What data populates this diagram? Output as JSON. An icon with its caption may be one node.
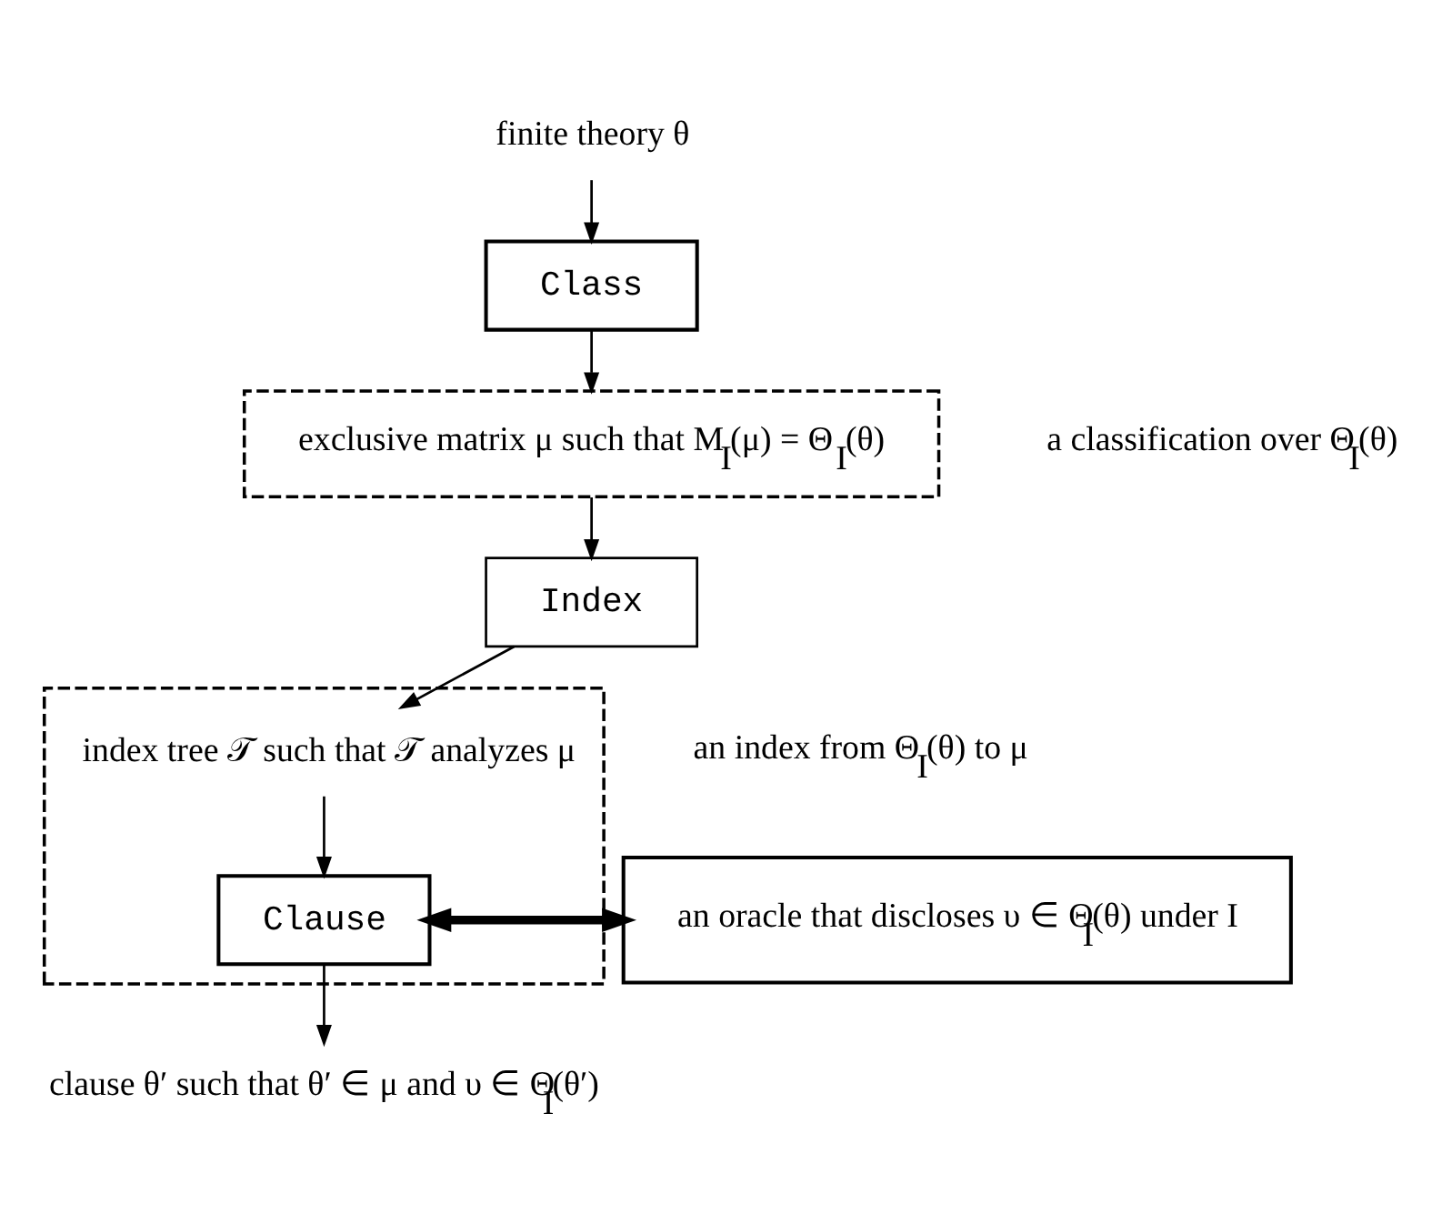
{
  "diagram": {
    "nodes": [
      {
        "text": [
          "finite theory θ"
        ]
      },
      {
        "text": [
          "Class"
        ]
      },
      {
        "text": [
          "exclusive matrix μ such that M$_{I}$(μ) = Θ$_{I}$(θ)"
        ],
        "beside": [
          "a classification over Θ$_{I}$(θ)"
        ]
      },
      {
        "text": [
          "Index"
        ]
      },
      {
        "text": [],
        "shape": "box",
        "beside": [
          "an index from Θ$_{I}$(θ) to μ"
        ]
      },
      {
        "text": [
          "index tree 𝒯 such that 𝒯 analyzes μ"
        ],
        "in": 4
      },
      {
        "text": [
          "Clause"
        ],
        "in": 4
      },
      {
        "text": [
          "an oracle that discloses υ ∈ Θ$_{I}$(θ) under I"
        ]
      },
      {
        "text": [
          "clause θ′ such that θ′ ∈ μ and υ ∈ Θ$_{I}$(θ′)"
        ]
      }
    ],
    "edges": [
      {
        "from": 0,
        "to": 1,
        "arrow": "to"
      },
      {
        "from": 1,
        "to": 2,
        "arrow": "to"
      },
      {
        "from": 2,
        "to": 3,
        "arrow": "to"
      },
      {
        "from": 3,
        "to": 5,
        "arrow": "to"
      },
      {
        "from": 5,
        "to": 6,
        "arrow": "to"
      },
      {
        "from": 7,
        "to": 6,
        "arrow": "both",
        "style": "thick"
      },
      {
        "from": 6,
        "to": 8,
        "arrow": "to"
      }
    ]
  }
}
